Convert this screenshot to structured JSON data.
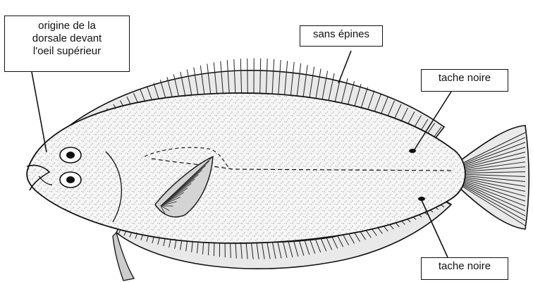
{
  "labels": {
    "dorsal_origin": {
      "lines": [
        "origine de la",
        "dorsale devant",
        "l'oeil supérieur"
      ]
    },
    "no_spines": {
      "text": "sans épines"
    },
    "black_spot_upper": {
      "text": "tache noire"
    },
    "black_spot_lower": {
      "text": "tache noire"
    }
  },
  "colors": {
    "ink": "#111111",
    "body_fill": "#f4f4f4",
    "fin_fill": "#e6e6e6",
    "background": "#ffffff"
  }
}
